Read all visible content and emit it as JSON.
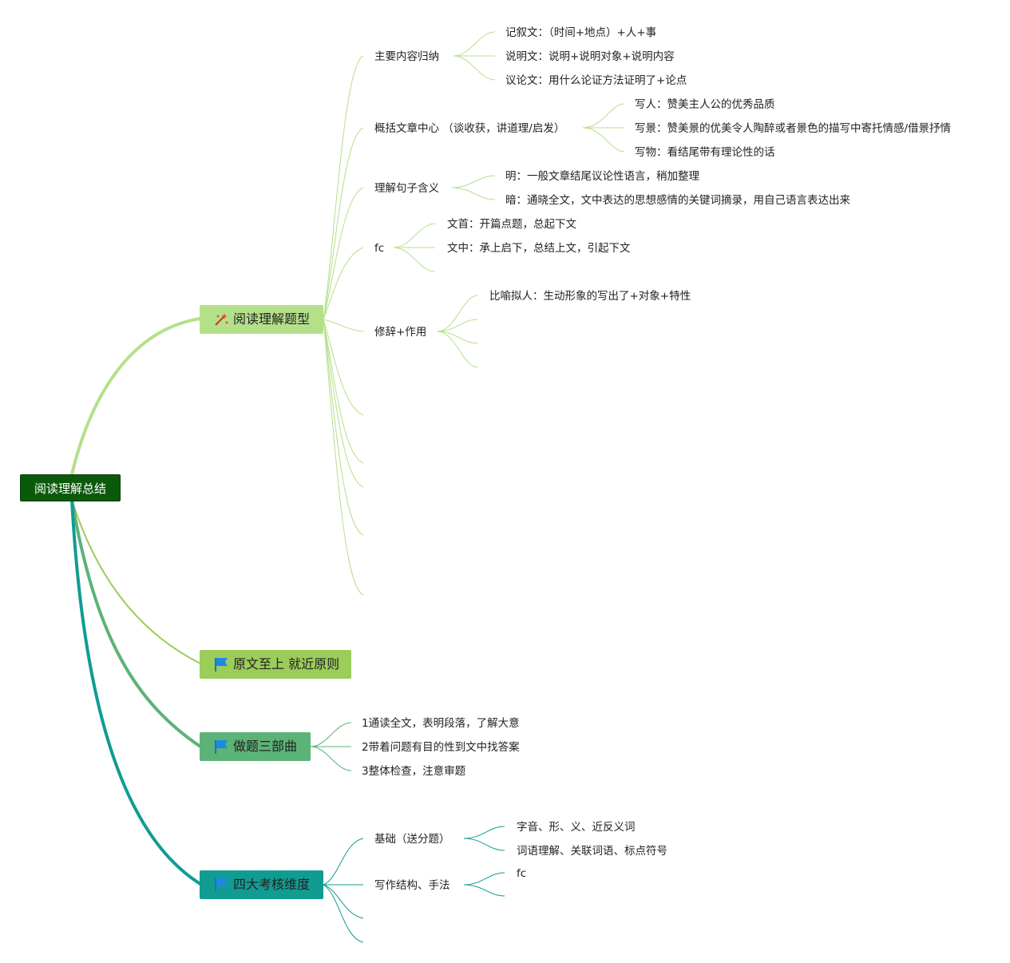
{
  "root": {
    "label": "阅读理解总结"
  },
  "colors": {
    "branch1": "#b5e08a",
    "branch2": "#9ccc5a",
    "branch3": "#5cb377",
    "branch4": "#119c92",
    "root_bg": "#0b5a0b"
  },
  "branches": {
    "reading": {
      "label": "阅读理解题型",
      "icon": "sparkle-icon",
      "children": {
        "summary": {
          "label": "主要内容归纳",
          "items": [
            "记叙文：（时间+地点）+人+事",
            "说明文：说明+说明对象+说明内容",
            "议论文：用什么论证方法证明了+论点"
          ]
        },
        "center": {
          "label": "概括文章中心 （谈收获，讲道理/启发）",
          "items": [
            "写人：赞美主人公的优秀品质",
            "写景：赞美景的优美令人陶醉或者景色的描写中寄托情感/借景抒情",
            "写物：看结尾带有理论性的话"
          ]
        },
        "sentence": {
          "label": "理解句子含义",
          "items": [
            "明：一般文章结尾议论性语言，稍加整理",
            "暗：通晓全文，文中表达的思想感情的关键词摘录，用自己语言表达出来"
          ]
        },
        "fc": {
          "label": "fc",
          "items": [
            "文首：开篇点题，总起下文",
            "文中：承上启下，总结上文，引起下文"
          ]
        },
        "rhetoric": {
          "label": "修辞+作用",
          "items": [
            "比喻拟人：生动形象的写出了+对象+特性"
          ]
        }
      }
    },
    "principle": {
      "label": "原文至上 就近原则",
      "icon": "flag-icon"
    },
    "steps": {
      "label": "做题三部曲",
      "icon": "flag-icon",
      "items": [
        "1通读全文，表明段落，了解大意",
        "2带着问题有目的性到文中找答案",
        "3整体检查，注意审题"
      ]
    },
    "dimensions": {
      "label": "四大考核维度",
      "icon": "flag-icon",
      "children": {
        "basic": {
          "label": "基础（送分题）",
          "items": [
            "字音、形、义、近反义词",
            "词语理解、关联词语、标点符号"
          ]
        },
        "writing": {
          "label": "写作结构、手法",
          "items": [
            "fc"
          ]
        }
      }
    }
  }
}
